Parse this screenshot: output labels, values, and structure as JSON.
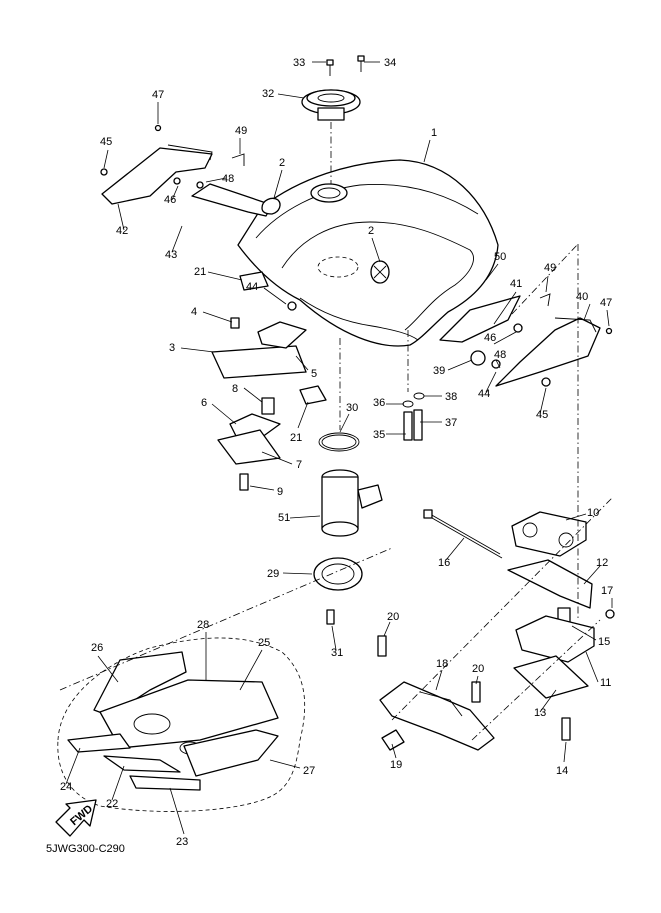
{
  "diagram": {
    "code": "5JWG300-C290",
    "arrow_label": "FWD",
    "callouts": [
      "1",
      "2",
      "2",
      "3",
      "4",
      "5",
      "6",
      "7",
      "8",
      "9",
      "10",
      "11",
      "12",
      "13",
      "14",
      "15",
      "16",
      "17",
      "18",
      "19",
      "20",
      "20",
      "21",
      "21",
      "22",
      "23",
      "24",
      "25",
      "26",
      "27",
      "28",
      "29",
      "30",
      "31",
      "32",
      "33",
      "34",
      "35",
      "36",
      "37",
      "38",
      "39",
      "40",
      "41",
      "42",
      "43",
      "44",
      "44",
      "45",
      "45",
      "46",
      "46",
      "47",
      "47",
      "48",
      "48",
      "49",
      "49",
      "50",
      "51"
    ]
  }
}
